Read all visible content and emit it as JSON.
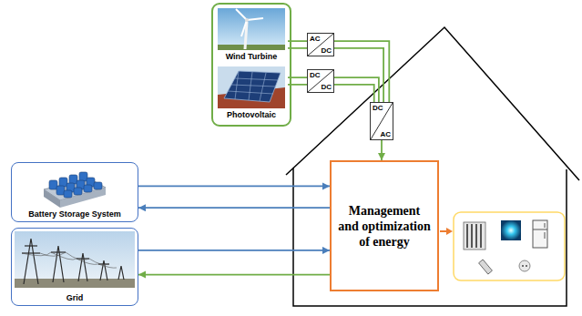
{
  "diagram": {
    "nodes": [
      {
        "text": [
          "Wind Turbine"
        ]
      },
      {
        "text": [
          "Photovoltaic"
        ]
      },
      {
        "text": [
          "AC",
          "DC"
        ]
      },
      {
        "text": [
          "DC",
          "DC"
        ]
      },
      {
        "text": [
          "DC",
          "AC"
        ]
      },
      {
        "text": [
          "Battery Storage System"
        ]
      },
      {
        "text": [
          "Management and optimization of energy"
        ]
      },
      {
        "text": [
          "Grid"
        ]
      }
    ],
    "edges": [
      {
        "from": 0,
        "to": 2,
        "arrow": "none"
      },
      {
        "from": 1,
        "to": 3,
        "arrow": "none"
      },
      {
        "from": 2,
        "to": 4,
        "arrow": "none"
      },
      {
        "from": 3,
        "to": 4,
        "arrow": "none"
      },
      {
        "from": 4,
        "to": 6,
        "arrow": "to"
      },
      {
        "from": 5,
        "to": 6,
        "arrow": "to"
      },
      {
        "from": 6,
        "to": 5,
        "arrow": "to"
      },
      {
        "from": 7,
        "to": 6,
        "arrow": "to"
      },
      {
        "from": 6,
        "to": 7,
        "arrow": "to"
      }
    ]
  }
}
